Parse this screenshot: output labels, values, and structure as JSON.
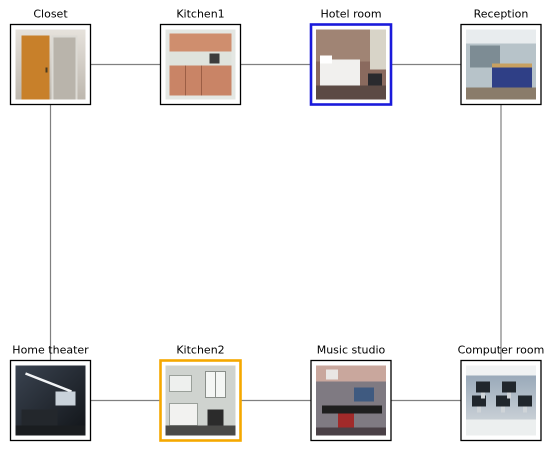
{
  "graph": {
    "nodes": [
      {
        "id": "closet",
        "label": "Closet",
        "border": "#000000",
        "highlighted": false,
        "thumbnail": "doorway-photo"
      },
      {
        "id": "kitchen1",
        "label": "Kitchen1",
        "border": "#000000",
        "highlighted": false,
        "thumbnail": "kitchen-photo"
      },
      {
        "id": "hotel-room",
        "label": "Hotel room",
        "border": "#1a1adb",
        "highlighted": true,
        "thumbnail": "bedroom-photo"
      },
      {
        "id": "reception",
        "label": "Reception",
        "border": "#000000",
        "highlighted": false,
        "thumbnail": "lobby-photo"
      },
      {
        "id": "home-theater",
        "label": "Home theater",
        "border": "#000000",
        "highlighted": false,
        "thumbnail": "theater-photo"
      },
      {
        "id": "kitchen2",
        "label": "Kitchen2",
        "border": "#f5a800",
        "highlighted": true,
        "thumbnail": "kitchen-photo"
      },
      {
        "id": "music-studio",
        "label": "Music studio",
        "border": "#000000",
        "highlighted": false,
        "thumbnail": "studio-photo"
      },
      {
        "id": "computer-room",
        "label": "Computer room",
        "border": "#000000",
        "highlighted": false,
        "thumbnail": "computer-lab-photo"
      }
    ],
    "edges": [
      [
        "closet",
        "kitchen1"
      ],
      [
        "kitchen1",
        "hotel-room"
      ],
      [
        "hotel-room",
        "reception"
      ],
      [
        "closet",
        "home-theater"
      ],
      [
        "reception",
        "computer-room"
      ],
      [
        "home-theater",
        "kitchen2"
      ],
      [
        "kitchen2",
        "music-studio"
      ],
      [
        "music-studio",
        "computer-room"
      ]
    ]
  }
}
